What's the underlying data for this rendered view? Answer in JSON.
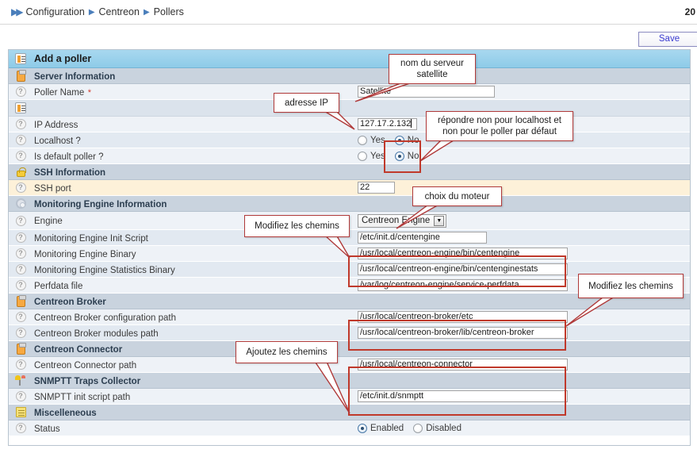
{
  "breadcrumb": {
    "items": [
      "Configuration",
      "Centreon",
      "Pollers"
    ],
    "page_number": "20"
  },
  "toolbar": {
    "save_label": "Save"
  },
  "form": {
    "title": "Add a poller",
    "sections": [
      {
        "name": "Server Information",
        "icon": "clipboard-icon",
        "fields": [
          {
            "label": "Poller Name",
            "required": true,
            "type": "text",
            "value": "Satellite"
          }
        ]
      },
      {
        "name": "",
        "icon": "list-icon",
        "fields": [
          {
            "label": "IP Address",
            "required": false,
            "type": "text",
            "value": "127.17.2.132"
          },
          {
            "label": "Localhost ?",
            "required": false,
            "type": "radio",
            "options": [
              "Yes",
              "No"
            ],
            "selected": "No"
          },
          {
            "label": "Is default poller ?",
            "required": false,
            "type": "radio",
            "options": [
              "Yes",
              "No"
            ],
            "selected": "No"
          }
        ]
      },
      {
        "name": "SSH Information",
        "icon": "lock-icon",
        "fields": [
          {
            "label": "SSH port",
            "required": false,
            "type": "text",
            "value": "22"
          }
        ]
      },
      {
        "name": "Monitoring Engine Information",
        "icon": "gear-icon",
        "fields": [
          {
            "label": "Engine",
            "required": false,
            "type": "select",
            "value": "Centreon Engine"
          },
          {
            "label": "Monitoring Engine Init Script",
            "required": false,
            "type": "text",
            "value": "/etc/init.d/centengine"
          },
          {
            "label": "Monitoring Engine Binary",
            "required": false,
            "type": "text",
            "value": "/usr/local/centreon-engine/bin/centengine"
          },
          {
            "label": "Monitoring Engine Statistics Binary",
            "required": false,
            "type": "text",
            "value": "/usr/local/centreon-engine/bin/centenginestats"
          },
          {
            "label": "Perfdata file",
            "required": false,
            "type": "text",
            "value": "/var/log/centreon-engine/service-perfdata"
          }
        ]
      },
      {
        "name": "Centreon Broker",
        "icon": "clipboard-icon",
        "fields": [
          {
            "label": "Centreon Broker configuration path",
            "required": false,
            "type": "text",
            "value": "/usr/local/centreon-broker/etc"
          },
          {
            "label": "Centreon Broker modules path",
            "required": false,
            "type": "text",
            "value": "/usr/local/centreon-broker/lib/centreon-broker"
          }
        ]
      },
      {
        "name": "Centreon Connector",
        "icon": "clipboard-icon",
        "fields": [
          {
            "label": "Centreon Connector path",
            "required": false,
            "type": "text",
            "value": "/usr/local/centreon-connector"
          }
        ]
      },
      {
        "name": "SNMPTT Traps Collector",
        "icon": "snmp-icon",
        "fields": [
          {
            "label": "SNMPTT init script path",
            "required": false,
            "type": "text",
            "value": "/etc/init.d/snmptt"
          }
        ]
      },
      {
        "name": "Miscelleneous",
        "icon": "notes-icon",
        "fields": [
          {
            "label": "Status",
            "required": false,
            "type": "radio",
            "options": [
              "Enabled",
              "Disabled"
            ],
            "selected": "Enabled"
          }
        ]
      }
    ]
  },
  "annotations": [
    {
      "id": "a1",
      "text": "nom du serveur\nsatellite"
    },
    {
      "id": "a2",
      "text": "adresse IP"
    },
    {
      "id": "a3",
      "text": "répondre non pour localhost et\nnon pour le poller par défaut"
    },
    {
      "id": "a4",
      "text": "choix du moteur"
    },
    {
      "id": "a5",
      "text": "Modifiez les chemins"
    },
    {
      "id": "a6",
      "text": "Modifiez les chemins"
    },
    {
      "id": "a7",
      "text": "Ajoutez les chemins"
    }
  ],
  "colors": {
    "annotation_border": "#b03a3a",
    "highlight_border": "#c0392b",
    "title_bar": "#8ecbe8",
    "section_bar": "#c9d3de",
    "accent_link": "#3a3ad0"
  }
}
